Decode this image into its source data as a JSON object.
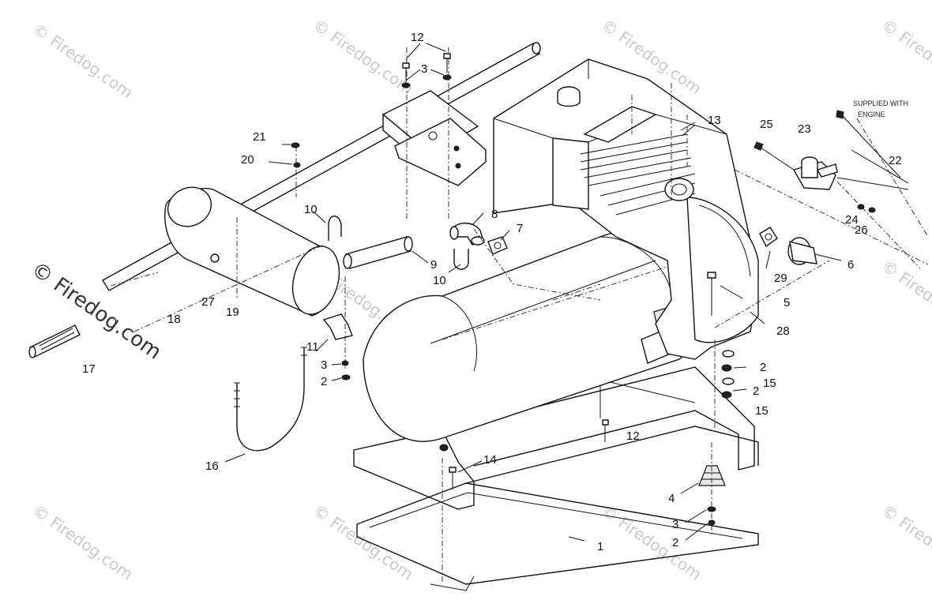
{
  "watermark": {
    "text": "© Firedog.com",
    "color": "#c9c9c9"
  },
  "callouts": {
    "c1": "1",
    "c2a": "2",
    "c2b": "2",
    "c2c": "2",
    "c2d": "2",
    "c3a": "3",
    "c3b": "3",
    "c3c": "3",
    "c4": "4",
    "c5": "5",
    "c6": "6",
    "c7": "7",
    "c8": "8",
    "c9": "9",
    "c10a": "10",
    "c10b": "10",
    "c11": "11",
    "c12a": "12",
    "c12b": "12",
    "c13": "13",
    "c14": "14",
    "c15a": "15",
    "c15b": "15",
    "c16": "16",
    "c17": "17",
    "c18": "18",
    "c19": "19",
    "c20": "20",
    "c21": "21",
    "c22": "22",
    "c23": "23",
    "c24": "24",
    "c25": "25",
    "c26": "26",
    "c27": "27",
    "c28": "28",
    "c29": "29"
  },
  "note": {
    "line1": "SUPPLIED WITH",
    "line2": "ENGINE"
  }
}
